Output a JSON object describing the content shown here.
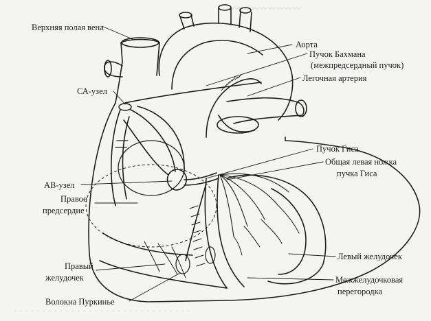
{
  "labels": {
    "superior_vena_cava": "Верхняя полая вена",
    "aorta": "Аорта",
    "bachmann_bundle": "Пучок Бахмана",
    "bachmann_bundle_note": "(межпредсердный пучок)",
    "pulmonary_artery": "Легочная артерия",
    "sa_node": "СА-узел",
    "his_bundle": "Пучок Гиса",
    "left_bundle_branch_line1": "Общая левая ножка",
    "left_bundle_branch_line2": "пучка Гиса",
    "av_node": "АВ-узел",
    "right_atrium_line1": "Правое",
    "right_atrium_line2": "предсердие",
    "left_ventricle": "Левый желудочек",
    "right_ventricle_line1": "Правый",
    "right_ventricle_line2": "желудочек",
    "septum_line1": "Межжелудочковая",
    "septum_line2": "перегородка",
    "purkinje_fibers": "Волокна Пуркинье"
  },
  "colors": {
    "ink": "#1c1c1c",
    "paper": "#f4f4f1",
    "ghost": "#c9c9c5"
  }
}
